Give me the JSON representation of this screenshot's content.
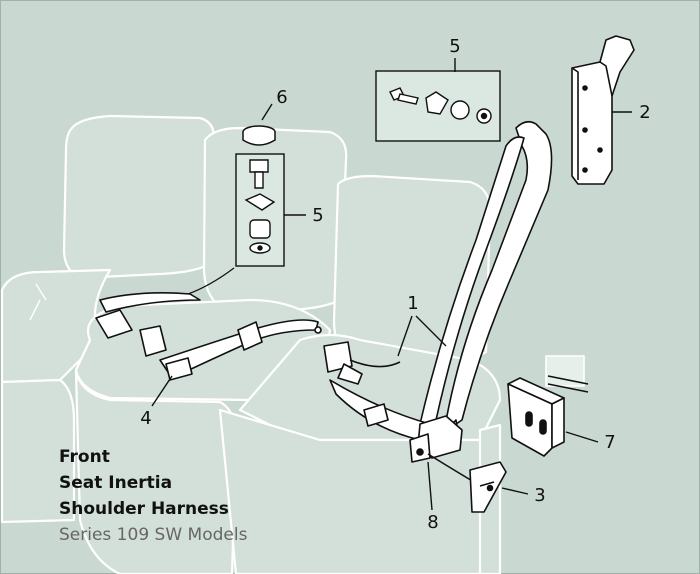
{
  "diagram": {
    "colors": {
      "background": "#c9d9d2",
      "seat_fill": "#d6e2dc",
      "seat_line": "#ffffff",
      "part_fill": "#ffffff",
      "ink": "#111111"
    },
    "callouts": {
      "c1": "1",
      "c2": "2",
      "c3": "3",
      "c4": "4",
      "c5_top": "5",
      "c5_left": "5",
      "c6": "6",
      "c7": "7",
      "c8": "8"
    }
  },
  "caption": {
    "line1": "Front",
    "line2": "Seat Inertia",
    "line3": "Shoulder Harness",
    "subtitle": "Series 109 SW Models"
  }
}
